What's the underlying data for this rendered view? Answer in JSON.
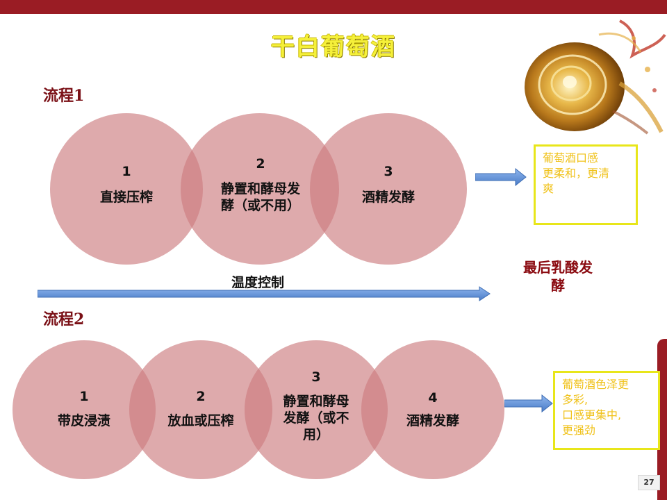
{
  "slide": {
    "title": "干白葡萄酒",
    "page_number": "27"
  },
  "flow1": {
    "label": "流程1",
    "steps": [
      {
        "num": "1",
        "text_lines": [
          "直接压榨"
        ]
      },
      {
        "num": "2",
        "text_lines": [
          "静置和酵母发",
          "酵（或不用）"
        ]
      },
      {
        "num": "3",
        "text_lines": [
          "酒精发酵"
        ]
      }
    ],
    "note_lines": [
      "葡萄酒口感",
      "更柔和，更清",
      "爽"
    ]
  },
  "temperature": {
    "label": "温度控制"
  },
  "final_step": {
    "lines": [
      "最后乳酸发",
      "酵"
    ]
  },
  "flow2": {
    "label": "流程2",
    "steps": [
      {
        "num": "1",
        "text_lines": [
          "带皮浸渍"
        ]
      },
      {
        "num": "2",
        "text_lines": [
          "放血或压榨"
        ]
      },
      {
        "num": "3",
        "text_lines": [
          "静置和酵母",
          "发酵（或不",
          "用）"
        ]
      },
      {
        "num": "4",
        "text_lines": [
          "酒精发酵"
        ]
      }
    ],
    "note_lines": [
      "葡萄酒色泽更",
      "多彩,",
      "口感更集中,",
      "更强劲"
    ]
  },
  "colors": {
    "accent_red": "#9a1c24",
    "circle_fill": "#cd7d80",
    "arrow_blue": "#5b8fd6",
    "note_border": "#e8e61a",
    "note_text": "#f0c21a",
    "title_yellow": "#f5f03a"
  }
}
